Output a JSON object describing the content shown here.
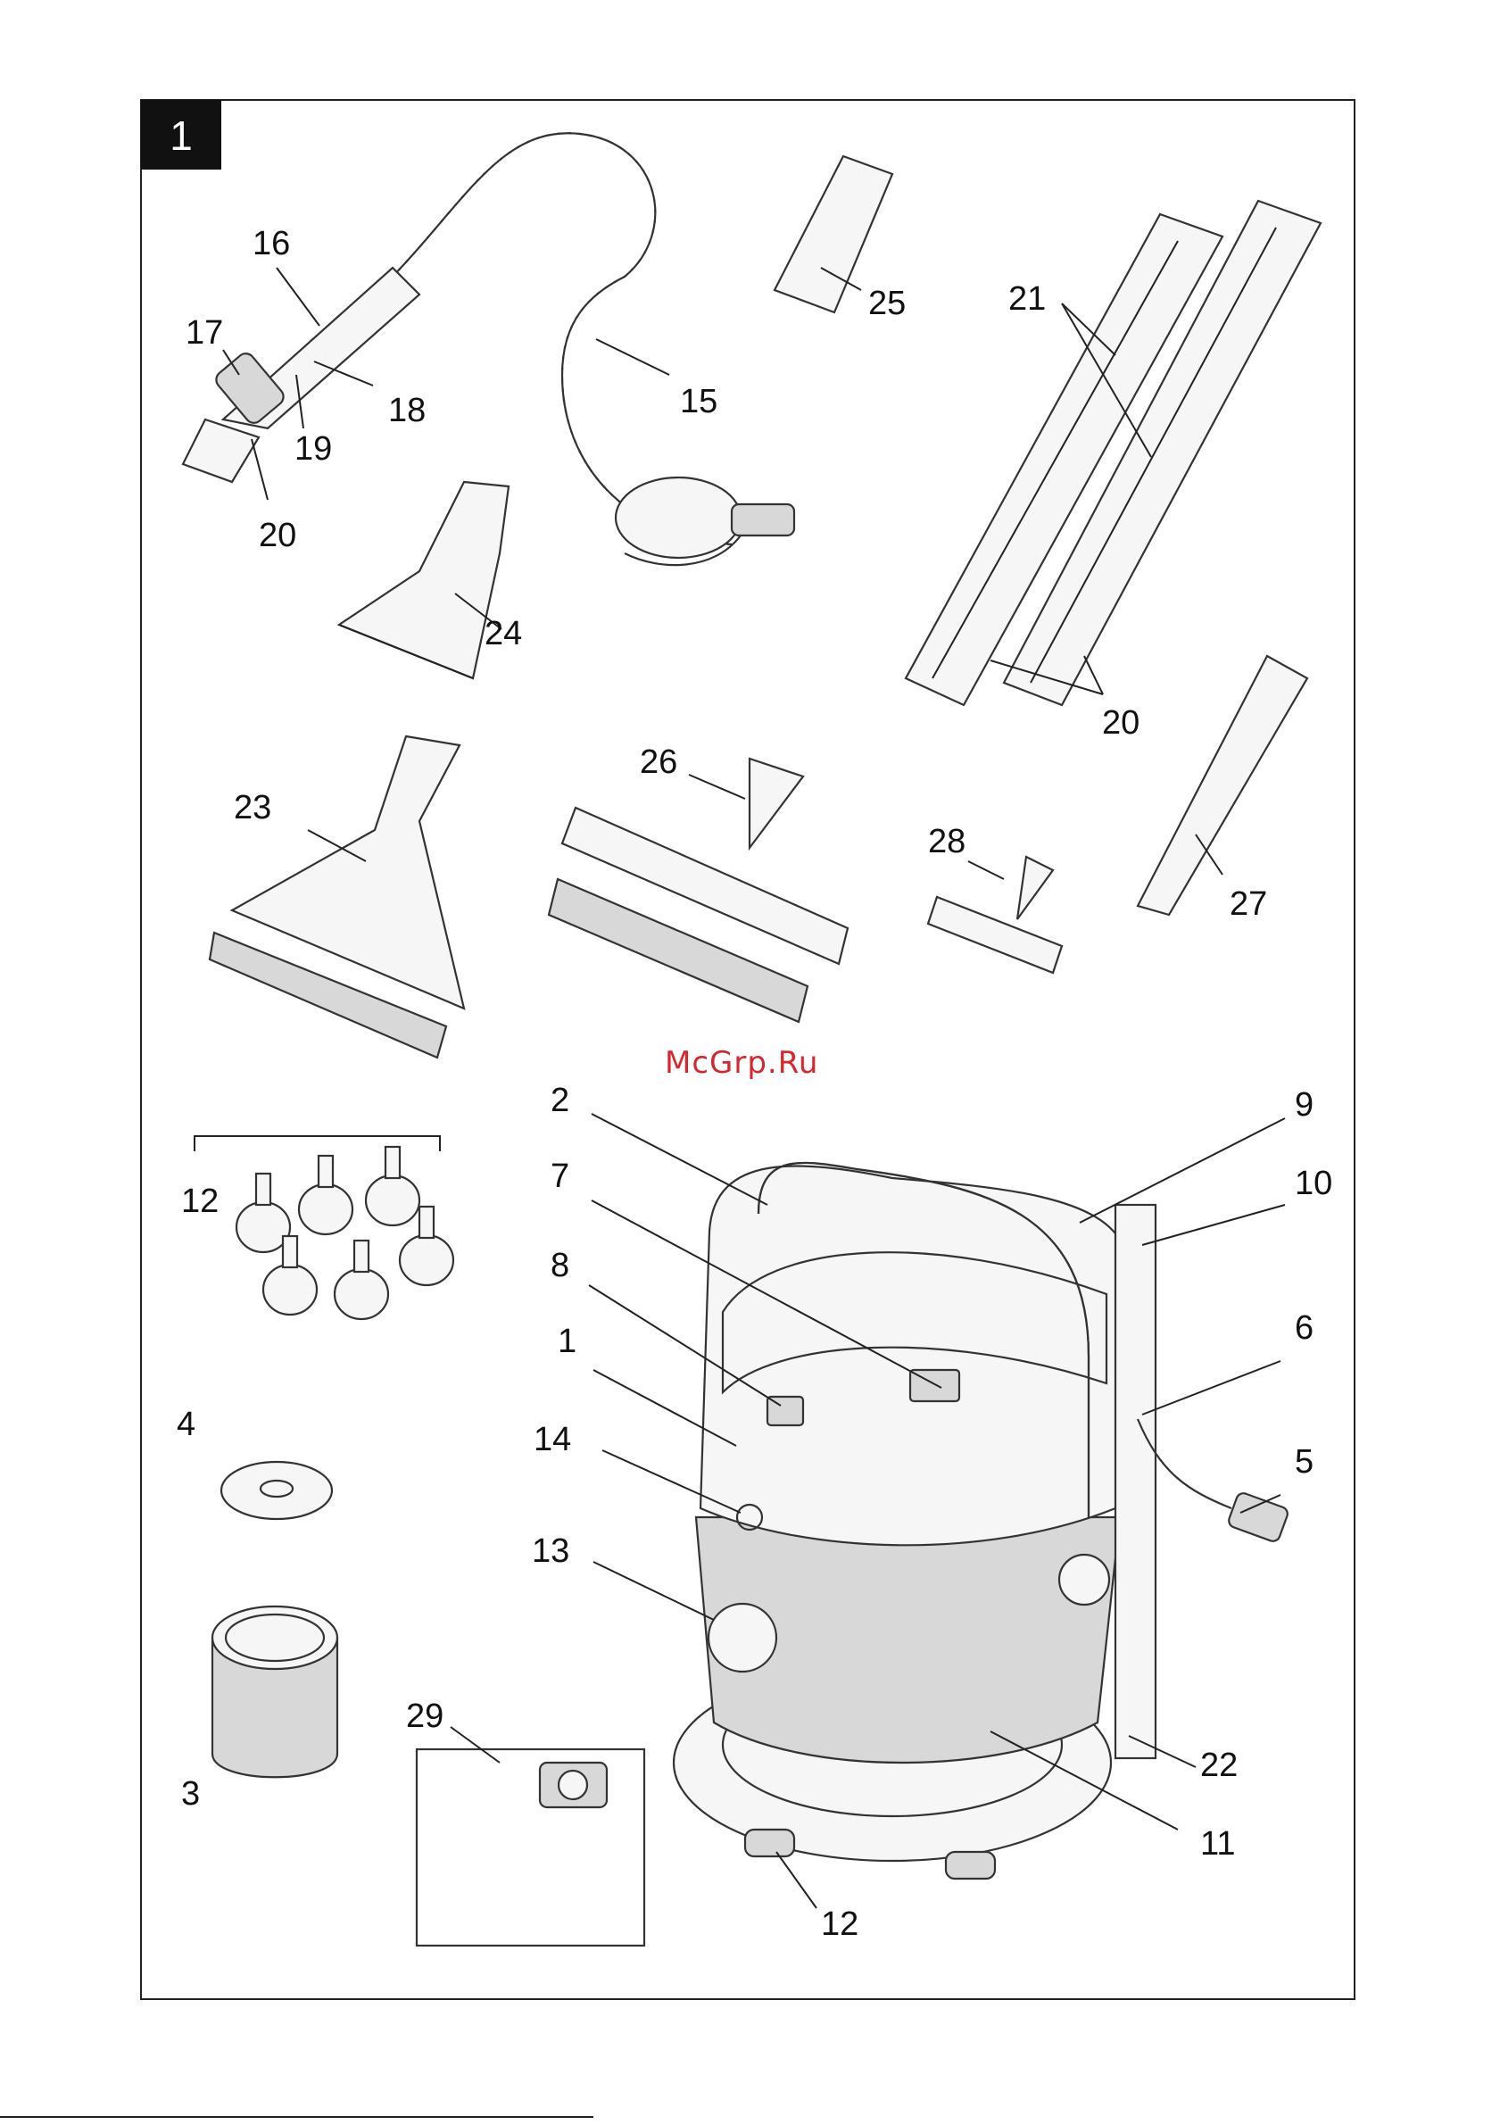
{
  "figure_number": "1",
  "watermark": "McGrp.Ru",
  "labels": {
    "l1": "1",
    "l2": "2",
    "l3": "3",
    "l4": "4",
    "l5": "5",
    "l6": "6",
    "l7": "7",
    "l8": "8",
    "l9": "9",
    "l10": "10",
    "l11": "11",
    "l12a": "12",
    "l12b": "12",
    "l13": "13",
    "l14": "14",
    "l15": "15",
    "l16": "16",
    "l17": "17",
    "l18": "18",
    "l19": "19",
    "l20a": "20",
    "l20b": "20",
    "l21": "21",
    "l22": "22",
    "l23": "23",
    "l24": "24",
    "l25": "25",
    "l26": "26",
    "l27": "27",
    "l28": "28",
    "l29": "29"
  },
  "colors": {
    "ink": "#111111",
    "watermark": "#d7262e",
    "badge": "#111111"
  }
}
